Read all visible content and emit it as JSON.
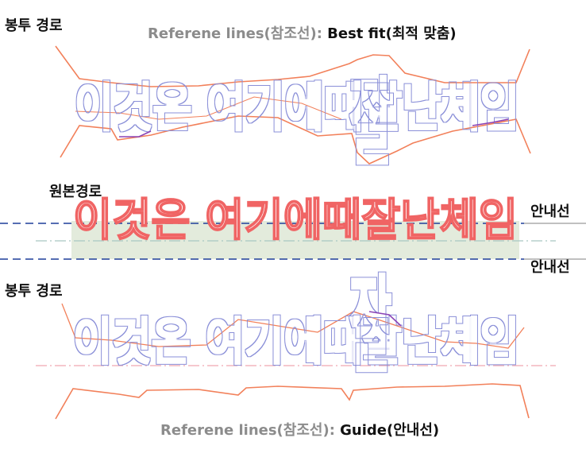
{
  "labels": {
    "envelope_top": "봉투 경로",
    "envelope_bottom": "봉투 경로",
    "reference_top_prefix": "Referene lines(참조선): ",
    "reference_top_value": "Best fit(최적 맞춤)",
    "original_path": "원본경로",
    "guide_upper": "안내선",
    "guide_lower": "안내선",
    "reference_bottom_prefix": "Referene lines(참조선): ",
    "reference_bottom_value": "Guide(안내선)"
  },
  "sample_text": "이것은 여기에때잘난체임",
  "colors": {
    "outline_blue": "#8a8fd8",
    "envelope_orange": "#f2805a",
    "original_red": "#f06464",
    "guide_navy": "#1f3f9a",
    "band_green": "#e3ebdc",
    "centerline_teal": "#a9c8c2",
    "centerline_pink": "#f0a8b0",
    "purple_accent": "#8b44b6",
    "gray_text": "#8c8c8c",
    "black_text": "#111111"
  }
}
